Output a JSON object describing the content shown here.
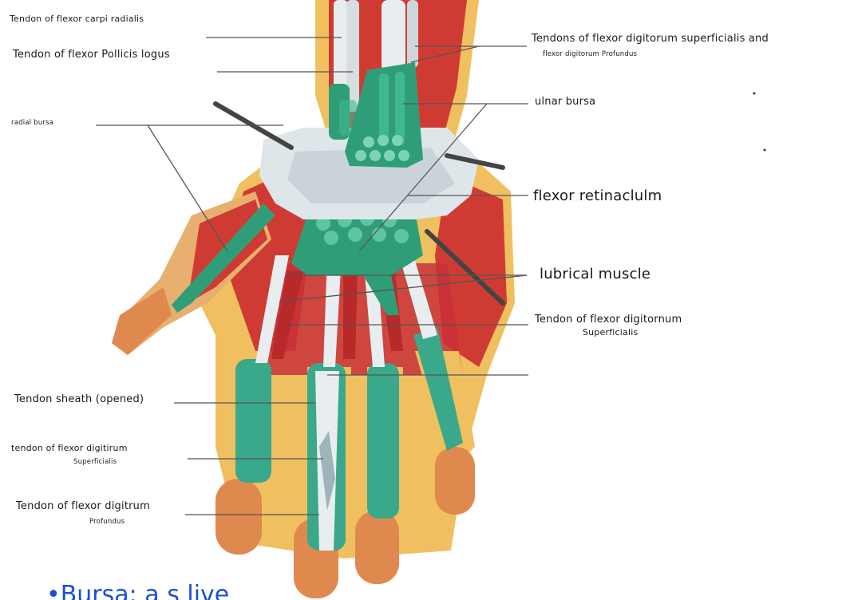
{
  "labels": {
    "fcr": "Tendon of flexor carpi radialis",
    "fpl": "Tendon of flexor Pollicis logus",
    "radial_bursa": "radial bursa",
    "sheath": "Tendon sheath (opened)",
    "fds_left_line1": "tendon of flexor digitirum",
    "fds_left_line2": "Superficialis",
    "fdp_left_line1": "Tendon of flexor digitrum",
    "fdp_left_line2": "Profundus",
    "tendons_right_line1": "Tendons of flexor digitorum superficialis and",
    "tendons_right_line2": "flexor digitorum Profundus",
    "ulnar_bursa": "ulnar bursa",
    "retinaculum": "flexor retinaclulm",
    "lumbrical": "lubrical muscle",
    "fds_right_line1": "Tendon of flexor digitornum",
    "fds_right_line2": "Superficialis"
  },
  "note": "•Bursa: a s live",
  "colors": {
    "muscle": "#cf3b32",
    "bursa_green": "#2f9e78",
    "sheath_green": "#3aa88a",
    "tendon_white": "#e8eef0",
    "skin": "#e0894f",
    "fat_yellow": "#f0c060",
    "retinaculum": "#dfe6ea",
    "note_blue": "#1b4fd6"
  }
}
